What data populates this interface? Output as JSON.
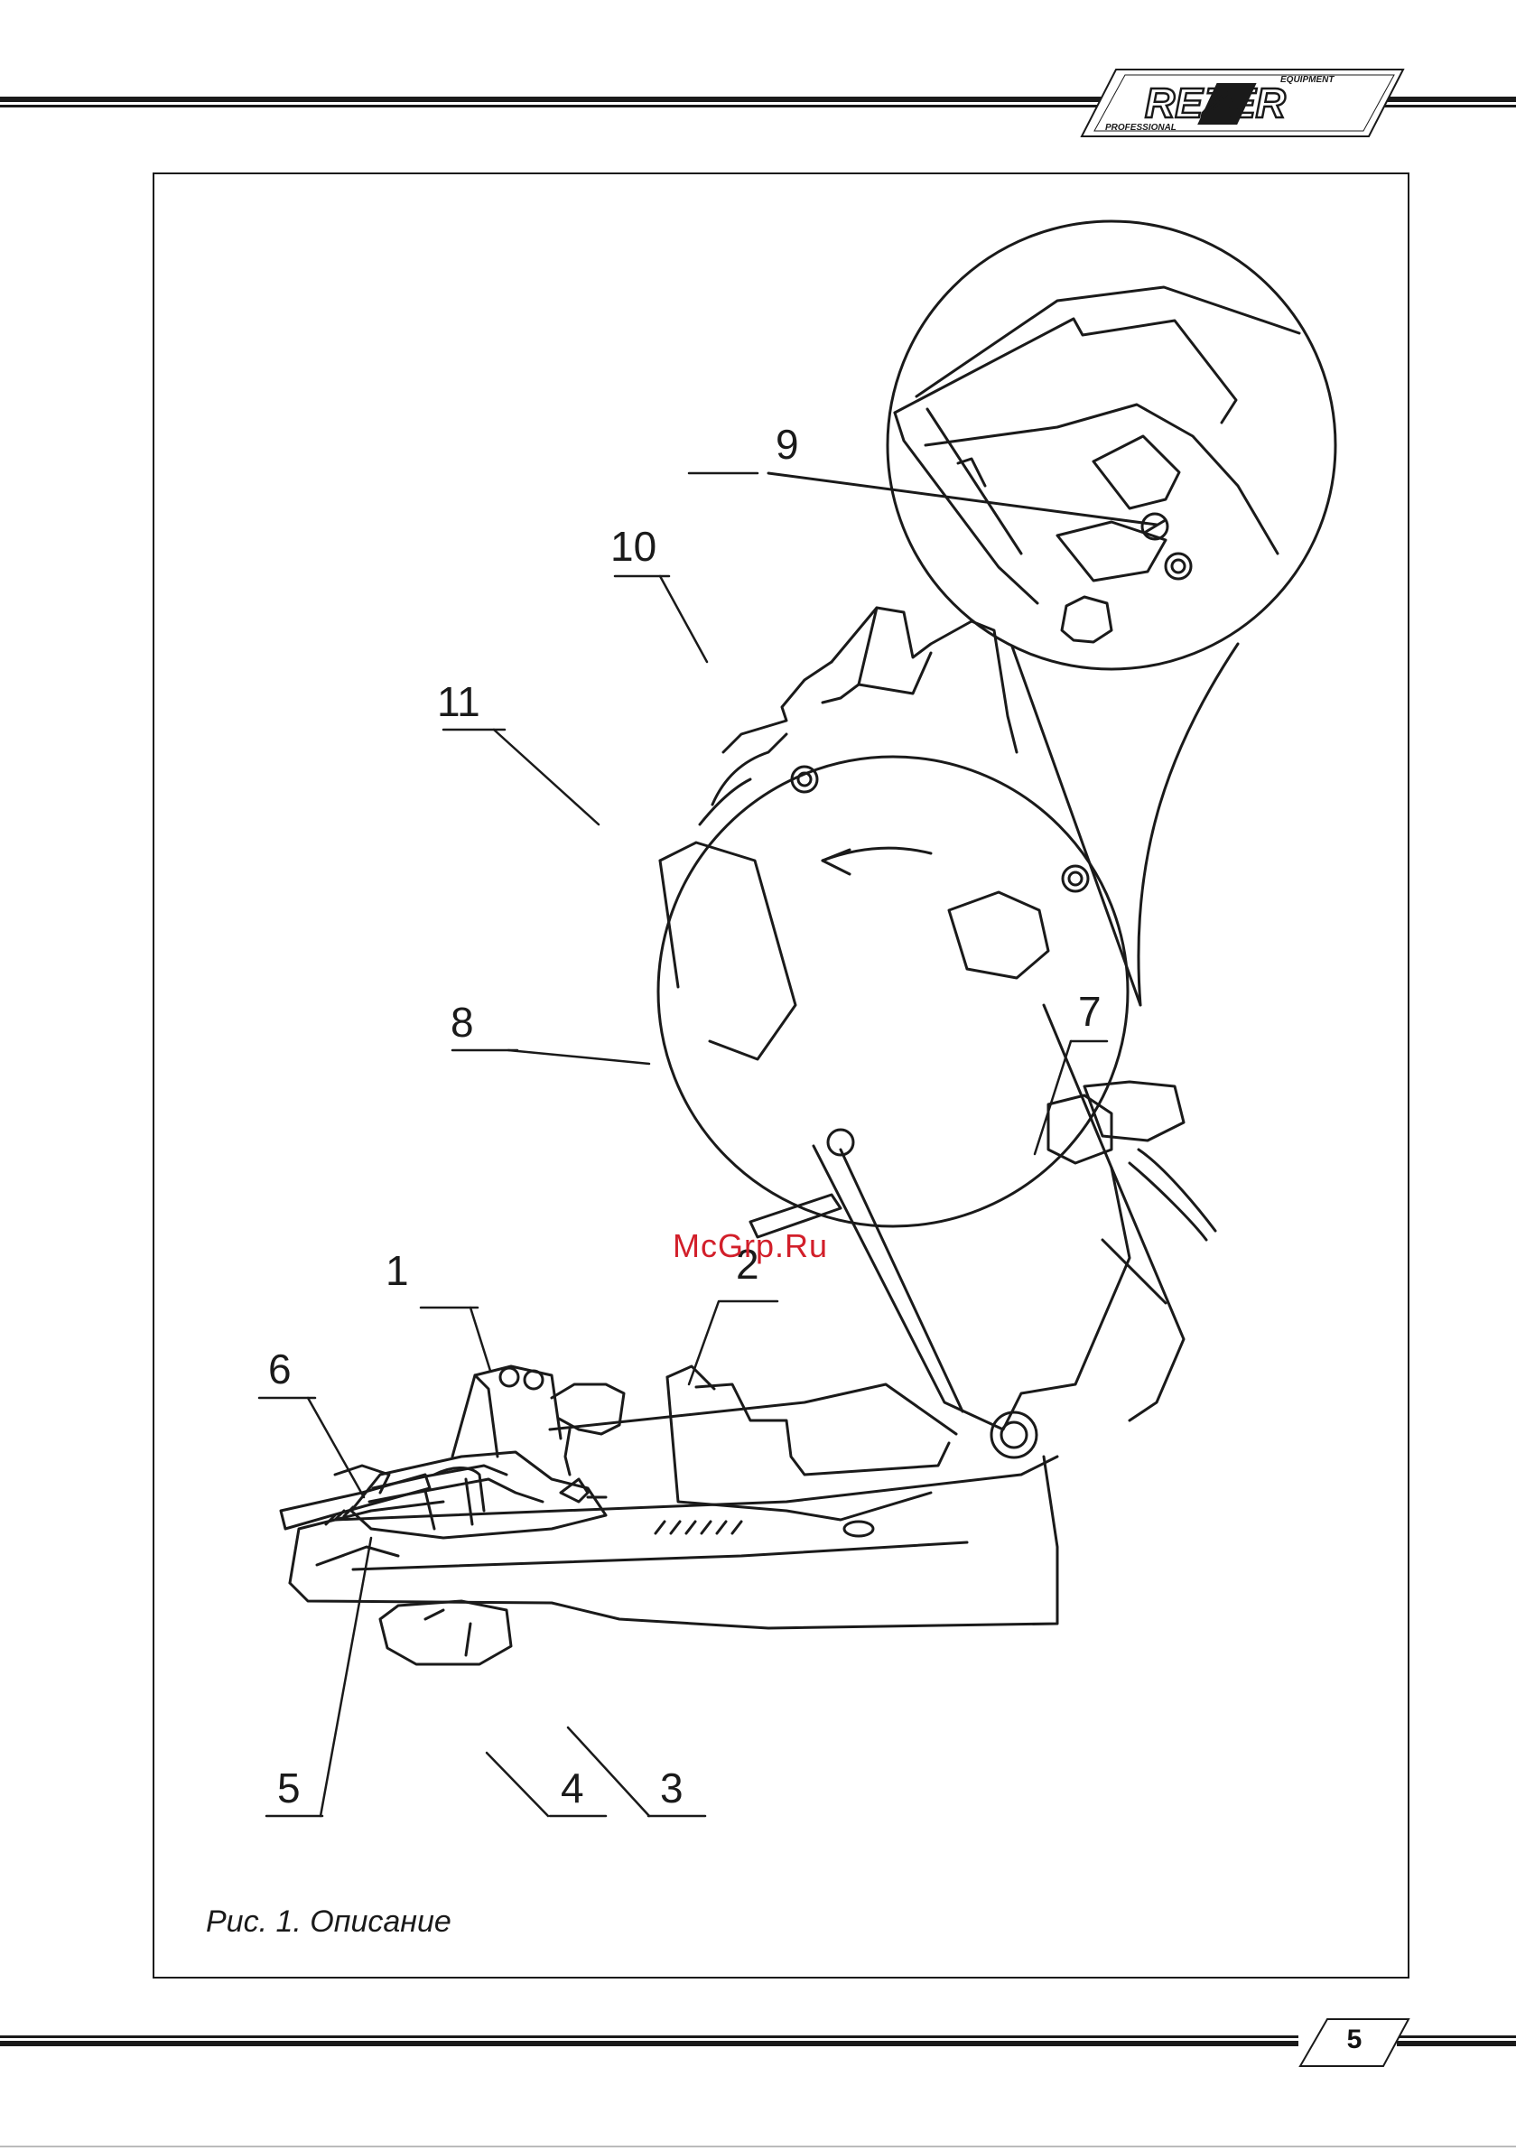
{
  "header": {
    "logo": {
      "brand": "REZER",
      "tag_top": "EQUIPMENT",
      "tag_bottom": "PROFESSIONAL"
    }
  },
  "figure": {
    "callouts": [
      "1",
      "2",
      "3",
      "4",
      "5",
      "6",
      "7",
      "8",
      "9",
      "10",
      "11"
    ],
    "watermark": "McGrp.Ru",
    "caption": "Рис. 1. Описание"
  },
  "footer": {
    "page_number": "5"
  },
  "colors": {
    "ink": "#1a1a1a",
    "watermark": "#d21f2a"
  }
}
